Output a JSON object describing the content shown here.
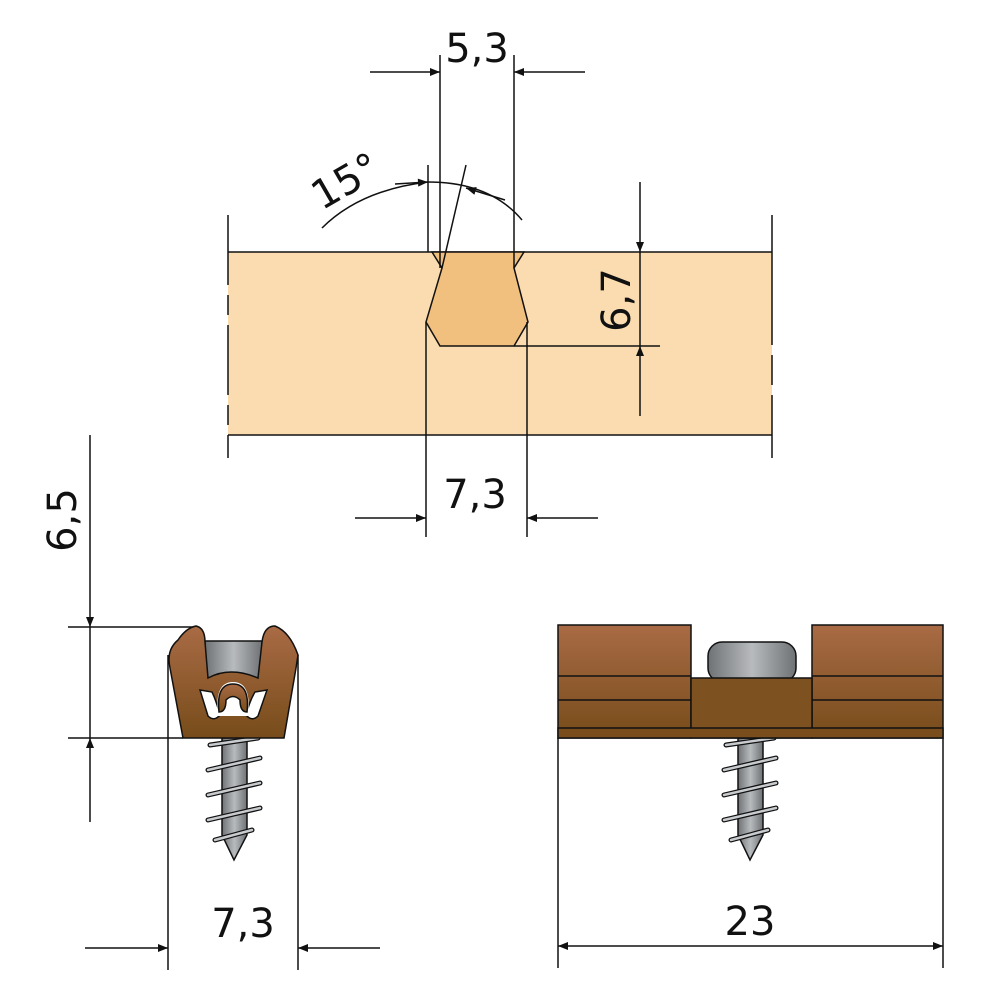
{
  "dimensions": {
    "groove_top_width": "5,3",
    "angle": "15°",
    "groove_depth": "6,7",
    "groove_bottom_width": "7,3",
    "clip_height": "6,5",
    "clip_width": "7,3",
    "assembly_width": "23"
  },
  "colors": {
    "board": "#FADCB0",
    "groove": "#F2C07E",
    "brown_top": "#A96B45",
    "brown_bottom": "#7A4E1C",
    "metal": "#8E9194"
  }
}
